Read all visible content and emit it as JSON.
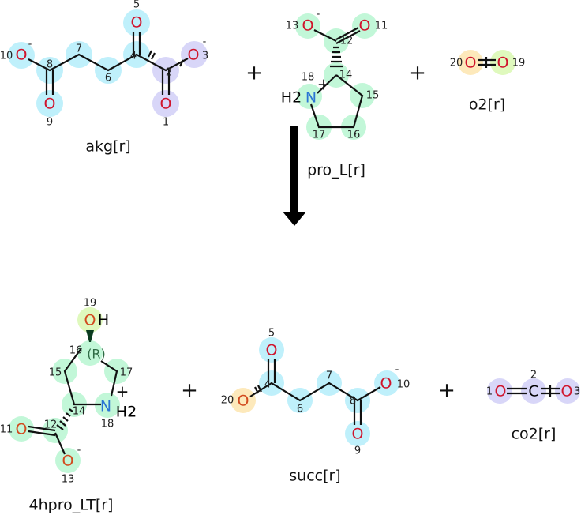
{
  "reaction": {
    "plus": "+",
    "substrates": [
      {
        "name": "akg[r]",
        "atoms": {
          "O10": "O",
          "n10": "10",
          "n8": "8",
          "n7": "7",
          "n6": "6",
          "n4": "4",
          "O5": "O",
          "n5": "5",
          "n2": "2",
          "O3": "O",
          "n3": "3",
          "O1": "O",
          "n1": "1",
          "O9": "O",
          "n9": "9",
          "charge": "-"
        }
      },
      {
        "name": "pro_L[r]",
        "atoms": {
          "O13": "O",
          "n13": "13",
          "n12": "12",
          "O11": "O",
          "n11": "11",
          "n14": "14",
          "N18": "N",
          "H2": "H2",
          "plus": "+",
          "n18": "18",
          "n15": "15",
          "n16": "16",
          "n17": "17",
          "charge": "-"
        }
      },
      {
        "name": "o2[r]",
        "atoms": {
          "O20": "O",
          "n20": "20",
          "O19": "O",
          "n19": "19"
        }
      }
    ],
    "products": [
      {
        "name": "4hpro_LT[r]",
        "atoms": {
          "O19": "O",
          "H": "H",
          "n19": "19",
          "R": "(R)",
          "n16": "16",
          "n15": "15",
          "n17": "17",
          "n14": "14",
          "N18": "N",
          "H2": "H2",
          "plus": "+",
          "n18": "18",
          "n12": "12",
          "O11": "O",
          "n11": "11",
          "O13": "O",
          "n13": "13",
          "charge": "-"
        }
      },
      {
        "name": "succ[r]",
        "atoms": {
          "O20": "O",
          "n20": "20",
          "n4": "4",
          "O5": "O",
          "n5": "5",
          "n6": "6",
          "n7": "7",
          "n8": "8",
          "O10": "O",
          "n10": "10",
          "O9": "O",
          "n9": "9",
          "charge": "-"
        }
      },
      {
        "name": "co2[r]",
        "atoms": {
          "O1": "O",
          "n1": "1",
          "C2": "C",
          "n2": "2",
          "O3": "O",
          "n3": "3"
        }
      }
    ]
  },
  "colors": {
    "cyan": "#bff0fb",
    "lavender": "#d8d6f8",
    "green": "#c2f7d8",
    "yellow": "#fde9bb",
    "yellowgreen": "#dff9bd",
    "oxygen": "#d0142c",
    "nitrogen": "#2a74d4"
  }
}
